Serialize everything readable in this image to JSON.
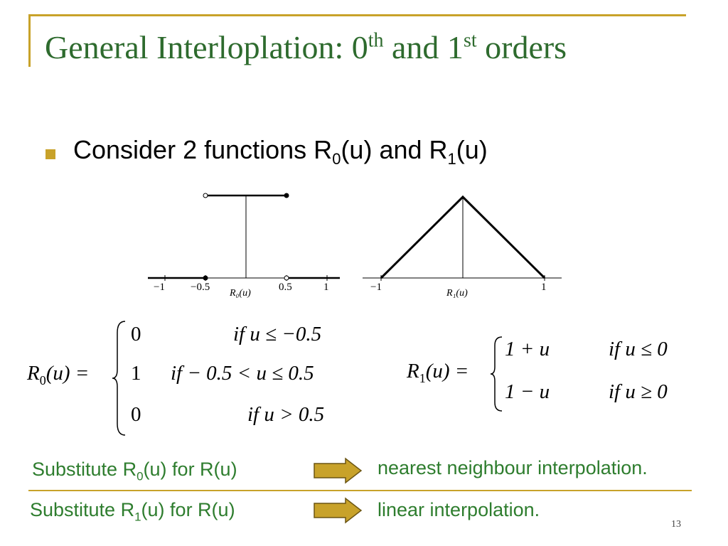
{
  "title": {
    "main": "General Interloplation: 0",
    "sup1": "th",
    "mid": " and 1",
    "sup2": "st",
    "end": " orders"
  },
  "bullet": {
    "t1": "Consider 2 functions R",
    "s1": "0",
    "t2": "(u) and R",
    "s2": "1",
    "t3": "(u)"
  },
  "figures": {
    "r0_axis_label": "R₀(u)",
    "r1_axis_label": "R₁(u)",
    "r0_ticks": [
      "−1",
      "−0.5",
      "0.5",
      "1"
    ],
    "r1_ticks": [
      "−1",
      "1"
    ]
  },
  "equations": {
    "r0_lhs": "R",
    "r0_lhs_sub": "0",
    "r0_lhs_rest": "(u) =",
    "r0_cases": [
      {
        "val": "0",
        "cond": "if  u ≤ −0.5"
      },
      {
        "val": "1",
        "cond": "if  − 0.5 < u ≤ 0.5"
      },
      {
        "val": "0",
        "cond": "if  u > 0.5"
      }
    ],
    "r1_lhs": "R",
    "r1_lhs_sub": "1",
    "r1_lhs_rest": "(u) =",
    "r1_cases": [
      {
        "val": "1 + u",
        "cond": "if  u ≤ 0"
      },
      {
        "val": "1 − u",
        "cond": "if  u ≥ 0"
      }
    ]
  },
  "substitutions": [
    {
      "pre": "Substitute R",
      "sub": "0",
      "post": "(u)  for R(u)",
      "result": "nearest neighbour interpolation."
    },
    {
      "pre": "Substitute R",
      "sub": "1",
      "post": "(u)  for R(u)",
      "result": "linear interpolation."
    }
  ],
  "page_number": "13",
  "colors": {
    "accent": "#c8a22a",
    "title": "#2e6b2e",
    "green_text": "#2e7d2e",
    "arrow_fill": "#c8a22a"
  }
}
